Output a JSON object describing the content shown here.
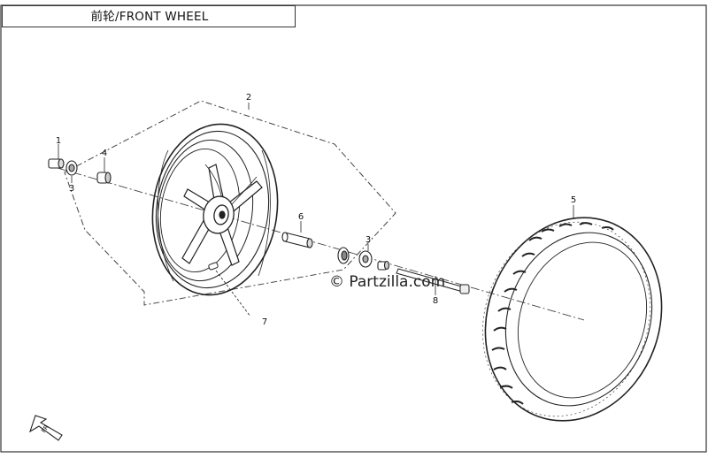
{
  "diagram": {
    "title": "前轮/FRONT WHEEL",
    "watermark": "© Partzilla.com",
    "direction_label": "FR",
    "callouts": [
      {
        "id": "1",
        "label": "1"
      },
      {
        "id": "2",
        "label": "2"
      },
      {
        "id": "3a",
        "label": "3"
      },
      {
        "id": "4",
        "label": "4"
      },
      {
        "id": "5",
        "label": "5"
      },
      {
        "id": "6",
        "label": "6"
      },
      {
        "id": "3b",
        "label": "3"
      },
      {
        "id": "7",
        "label": "7"
      },
      {
        "id": "8",
        "label": "8"
      }
    ]
  }
}
